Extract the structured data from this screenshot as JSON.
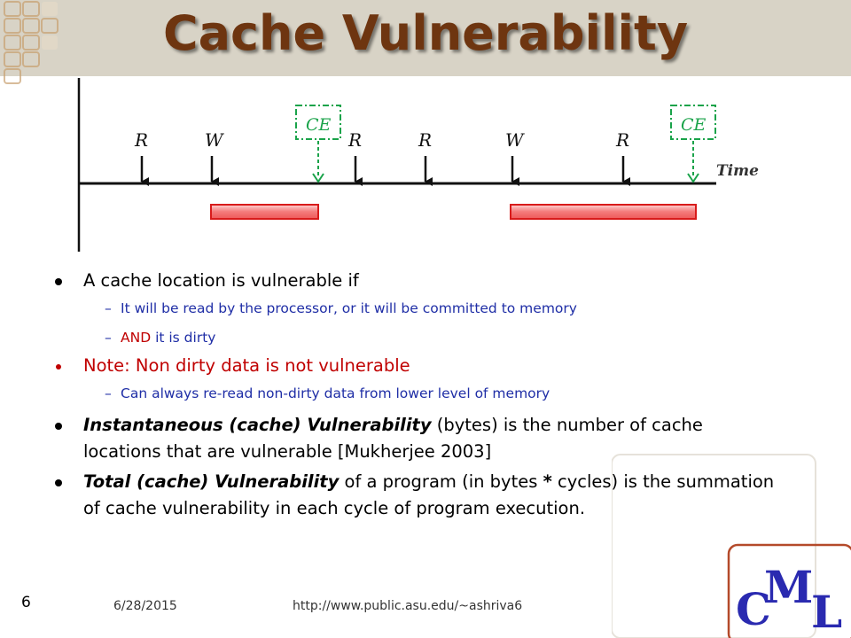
{
  "slide": {
    "title": "Cache Vulnerability",
    "page_number": "6",
    "date": "6/28/2015",
    "url": "http://www.public.asu.edu/~ashriva6",
    "logo_letters": [
      "C",
      "M",
      "L"
    ]
  },
  "diagram": {
    "time_label": "Time",
    "events": [
      {
        "label": "R",
        "kind": "access"
      },
      {
        "label": "W",
        "kind": "access"
      },
      {
        "label": "CE",
        "kind": "cache-eviction"
      },
      {
        "label": "R",
        "kind": "access"
      },
      {
        "label": "R",
        "kind": "access"
      },
      {
        "label": "W",
        "kind": "access"
      },
      {
        "label": "R",
        "kind": "access"
      },
      {
        "label": "CE",
        "kind": "cache-eviction"
      }
    ],
    "colors": {
      "access_arrow": "#111111",
      "ce_box": "#1aa34a",
      "vulnerable_bar_fill": "#f47b7b",
      "vulnerable_bar_border": "#d81b1b"
    }
  },
  "bullets": {
    "b1": "A cache location is vulnerable if",
    "b1_sub1": "It will be read by the processor, or it will be committed to memory",
    "b1_sub2_and": "AND",
    "b1_sub2_rest": " it is dirty",
    "b2": "Note: Non dirty data is not vulnerable",
    "b2_sub1": "Can always re-read non-dirty data from lower level of memory",
    "b3_bold": "Instantaneous (cache) Vulnerability",
    "b3_rest": " (bytes) is the number of cache locations that are vulnerable  [Mukherjee 2003]",
    "b4_bold": "Total (cache) Vulnerability",
    "b4_rest1": " of a program (in bytes ",
    "b4_star": "*",
    "b4_rest2": " cycles) is the summation of cache vulnerability in each cycle of program execution."
  },
  "colors": {
    "title": "#6e3510",
    "header_band": "#d8d3c6",
    "sub_bullet_text": "#1f2ea6",
    "note_text": "#c00000"
  }
}
